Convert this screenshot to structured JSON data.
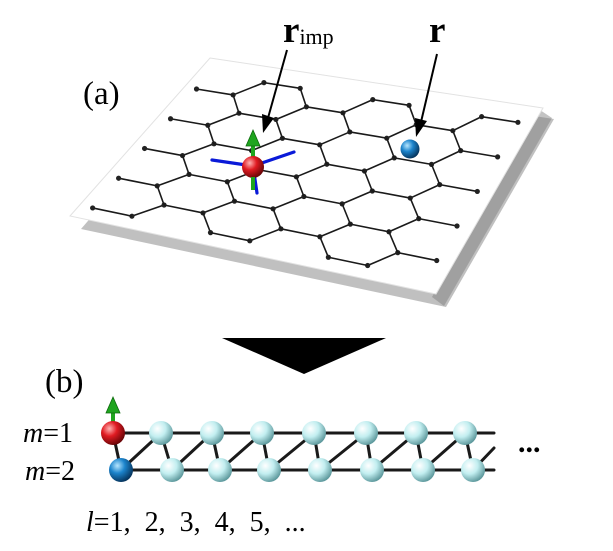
{
  "panel_a": {
    "label": "(a)",
    "r_imp_main": "r",
    "r_imp_sub": "imp",
    "r_label": "r"
  },
  "panel_b": {
    "label": "(b)",
    "row1_var": "m",
    "row1_eq": "=1",
    "row2_var": "m",
    "row2_eq": "=2",
    "ellipsis": "...",
    "l_var": "l",
    "l_values": "=1,  2,  3,  4,  5,  ..."
  },
  "colors": {
    "impurity": "#d4141c",
    "probe": "#1a78c2",
    "chain_site": "#bfeaec",
    "spin_arrow": "#1fa51f",
    "impurity_bonds": "#0a1ad8",
    "lattice": "#1a1a1a"
  }
}
